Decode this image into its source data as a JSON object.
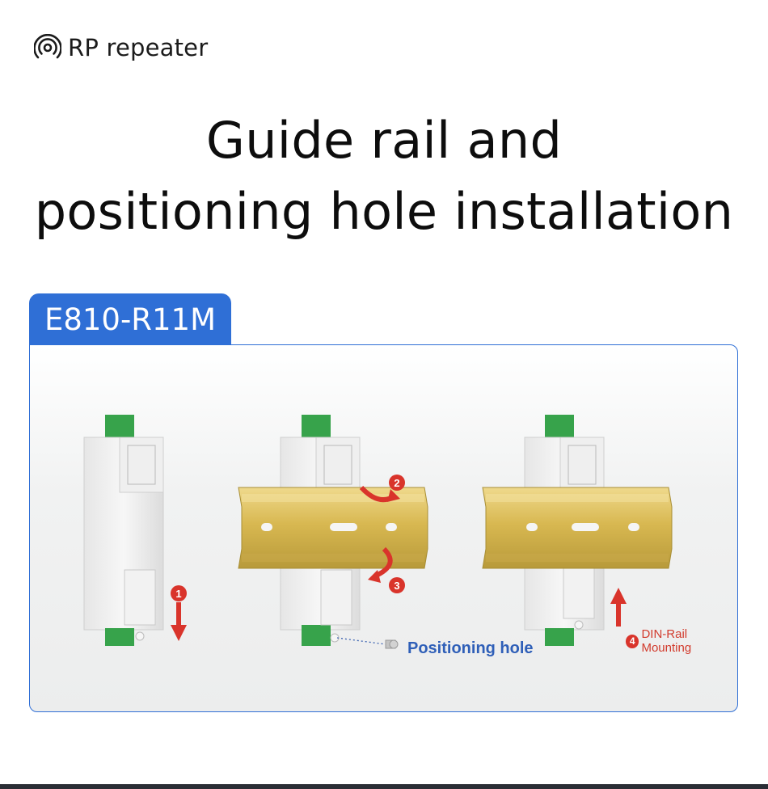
{
  "brand": {
    "name": "RP repeater",
    "icon": "wireless-signal-icon"
  },
  "headline": {
    "line1": "Guide rail and",
    "line2": "positioning hole installation"
  },
  "model": {
    "name": "E810-R11M"
  },
  "steps": [
    {
      "number": "1"
    },
    {
      "number": "2"
    },
    {
      "number": "3"
    },
    {
      "number": "4",
      "label": "DIN-Rail Mounting"
    }
  ],
  "callouts": {
    "positioning_hole": "Positioning hole"
  },
  "colors": {
    "accent": "#2f6fd6",
    "step_red": "#d9342b",
    "rail_gold": "#d9bd5e",
    "terminal_green": "#37a34b"
  }
}
